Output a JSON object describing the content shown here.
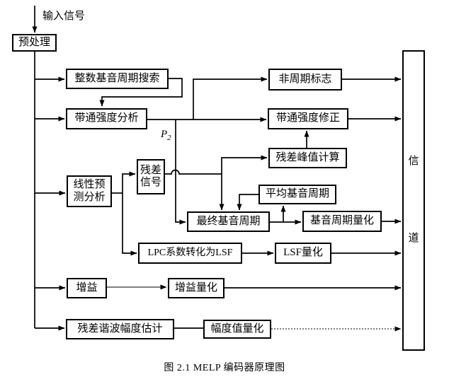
{
  "diagram": {
    "caption": "图 2.1 MELP 编码器原理图",
    "input_signal_label": "输入信号",
    "p2": {
      "base": "P",
      "sub": "2"
    },
    "nodes": {
      "preprocess": {
        "label": "预处理"
      },
      "integer_pitch_search": {
        "label": "整数基音周期搜索"
      },
      "bandpass_strength_analysis": {
        "label": "带通强度分析"
      },
      "linear_prediction_analysis": {
        "label": "线性预\n测分析"
      },
      "residual_signal": {
        "label": "残差\n信号"
      },
      "aperiodic_flag": {
        "label": "非周期标志"
      },
      "bandpass_strength_correction": {
        "label": "带通强度修正"
      },
      "residual_peak_calculation": {
        "label": "残差峰值计算"
      },
      "average_pitch_period": {
        "label": "平均基音周期"
      },
      "final_pitch_period": {
        "label": "最终基音周期"
      },
      "pitch_period_quantization": {
        "label": "基音周期量化"
      },
      "lpc_to_lsf": {
        "label": "LPC系数转化为LSF"
      },
      "lsf_quantization": {
        "label": "LSF量化"
      },
      "gain": {
        "label": "增益"
      },
      "gain_quantization": {
        "label": "增益量化"
      },
      "residual_harmonic_amplitude_estimation": {
        "label": "残差谐波幅度估计"
      },
      "amplitude_quantization": {
        "label": "幅度值量化"
      },
      "channel": {
        "char1": "信",
        "char2": "道"
      }
    },
    "colors": {
      "line": "#000000",
      "background": "#ffffff"
    }
  }
}
